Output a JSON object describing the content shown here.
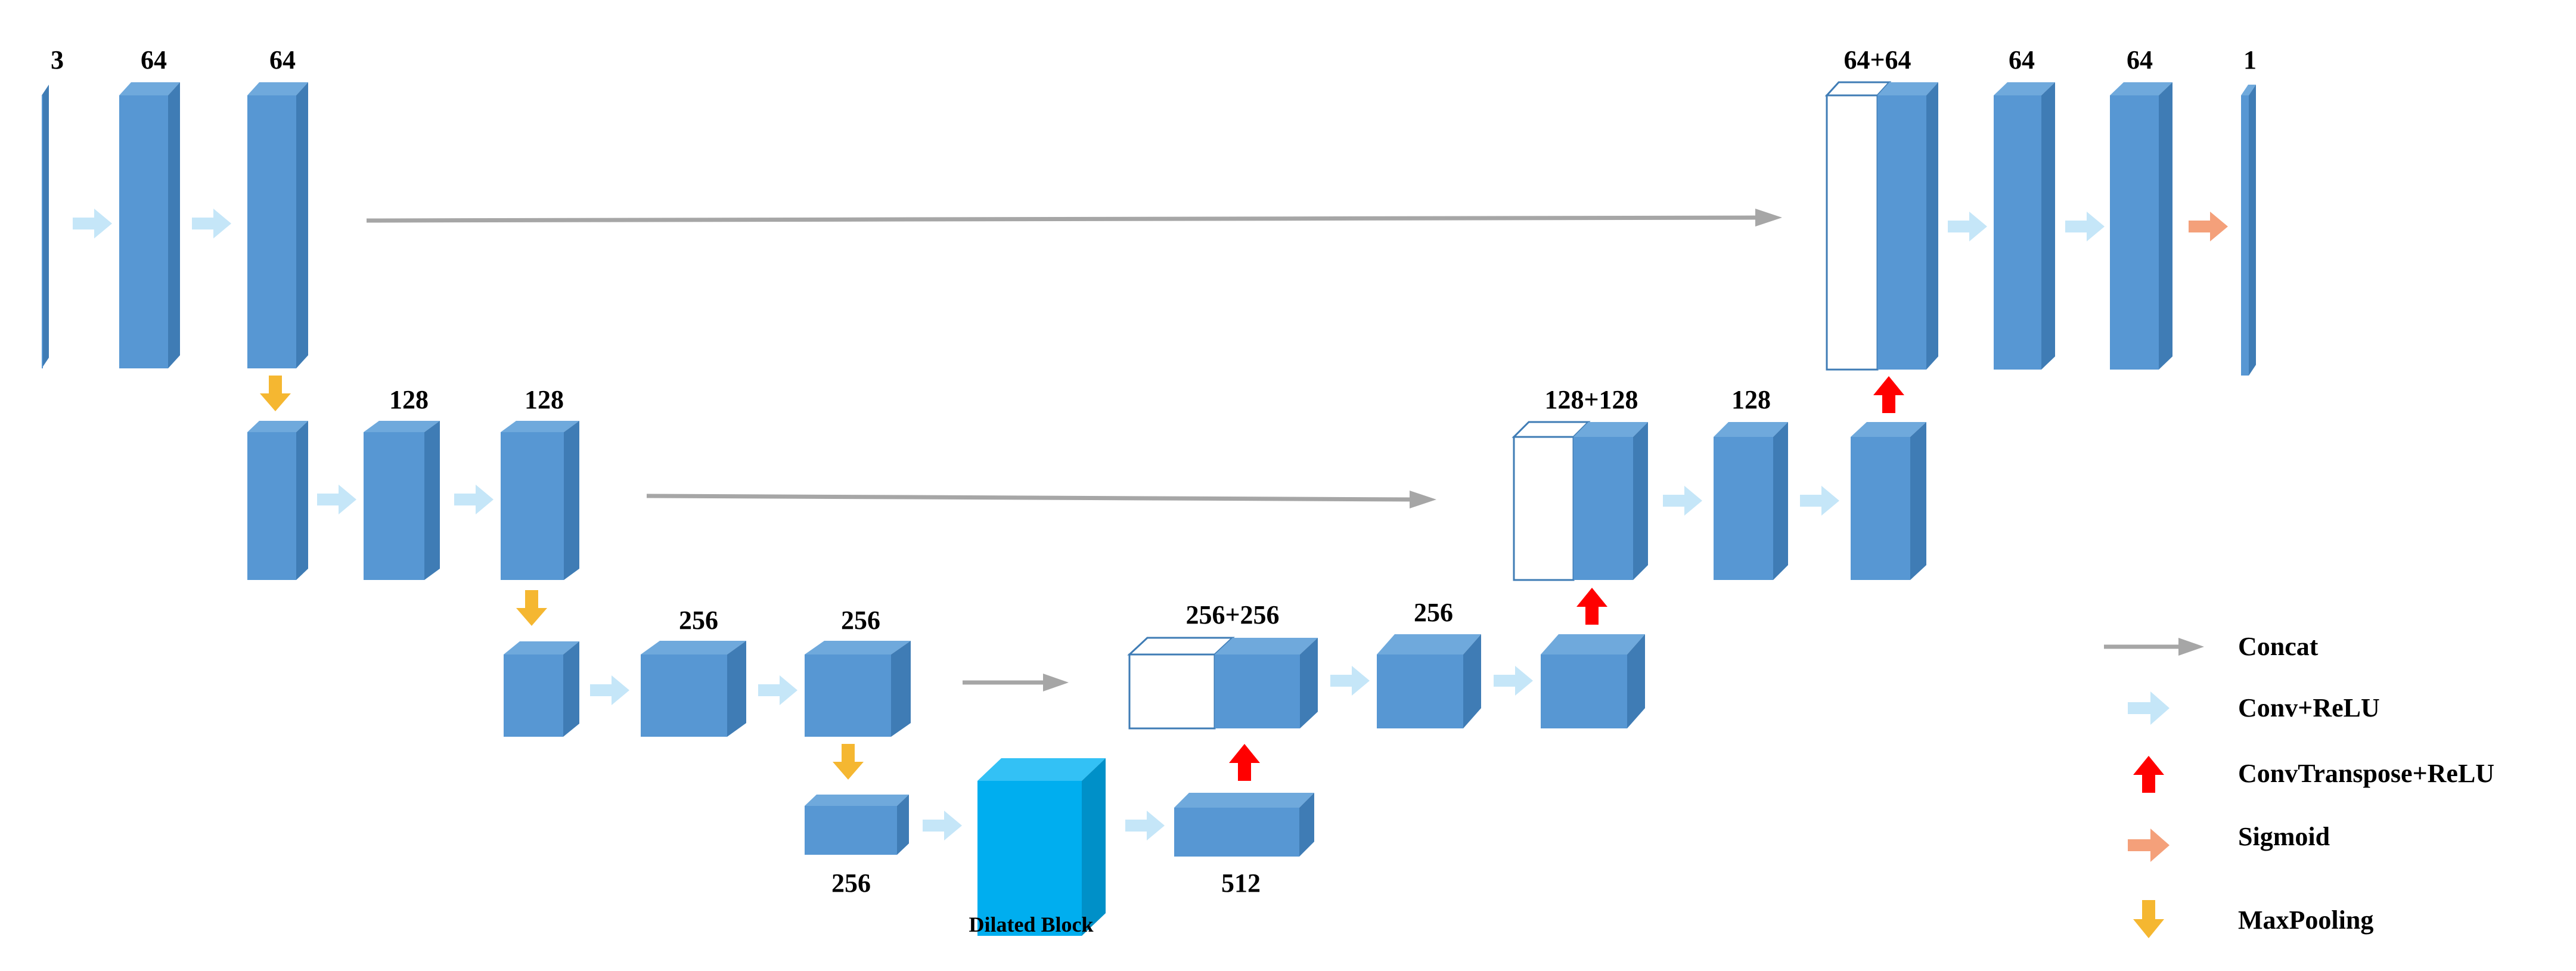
{
  "colors": {
    "block_front": "#5797d3",
    "block_top": "#6fa9dc",
    "block_side": "#3f7cb5",
    "dilated_front": "#00aeef",
    "dilated_top": "#33c1f5",
    "dilated_side": "#0090c8",
    "concat_arrow": "#a6a6a6",
    "conv_relu_arrow": "#c5e6f8",
    "conv_transpose_arrow": "#ff0000",
    "sigmoid_arrow": "#f4a07a",
    "maxpool_arrow": "#f5b731"
  },
  "blocks": {
    "e1a": "3",
    "e1b": "64",
    "e1c": "64",
    "e2b": "128",
    "e2c": "128",
    "e3b": "256",
    "e3c": "256",
    "e4": "256",
    "dilated": "Dilated Block",
    "bottleneck": "512",
    "d3cat": "256+256",
    "d3conv": "256",
    "d2cat": "128+128",
    "d2conv": "128",
    "d1cat": "64+64",
    "d1a": "64",
    "d1b": "64",
    "out": "1"
  },
  "legend": {
    "concat": "Concat",
    "conv_relu": "Conv+ReLU",
    "conv_transpose": "ConvTranspose+ReLU",
    "sigmoid": "Sigmoid",
    "maxpool": "MaxPooling"
  }
}
